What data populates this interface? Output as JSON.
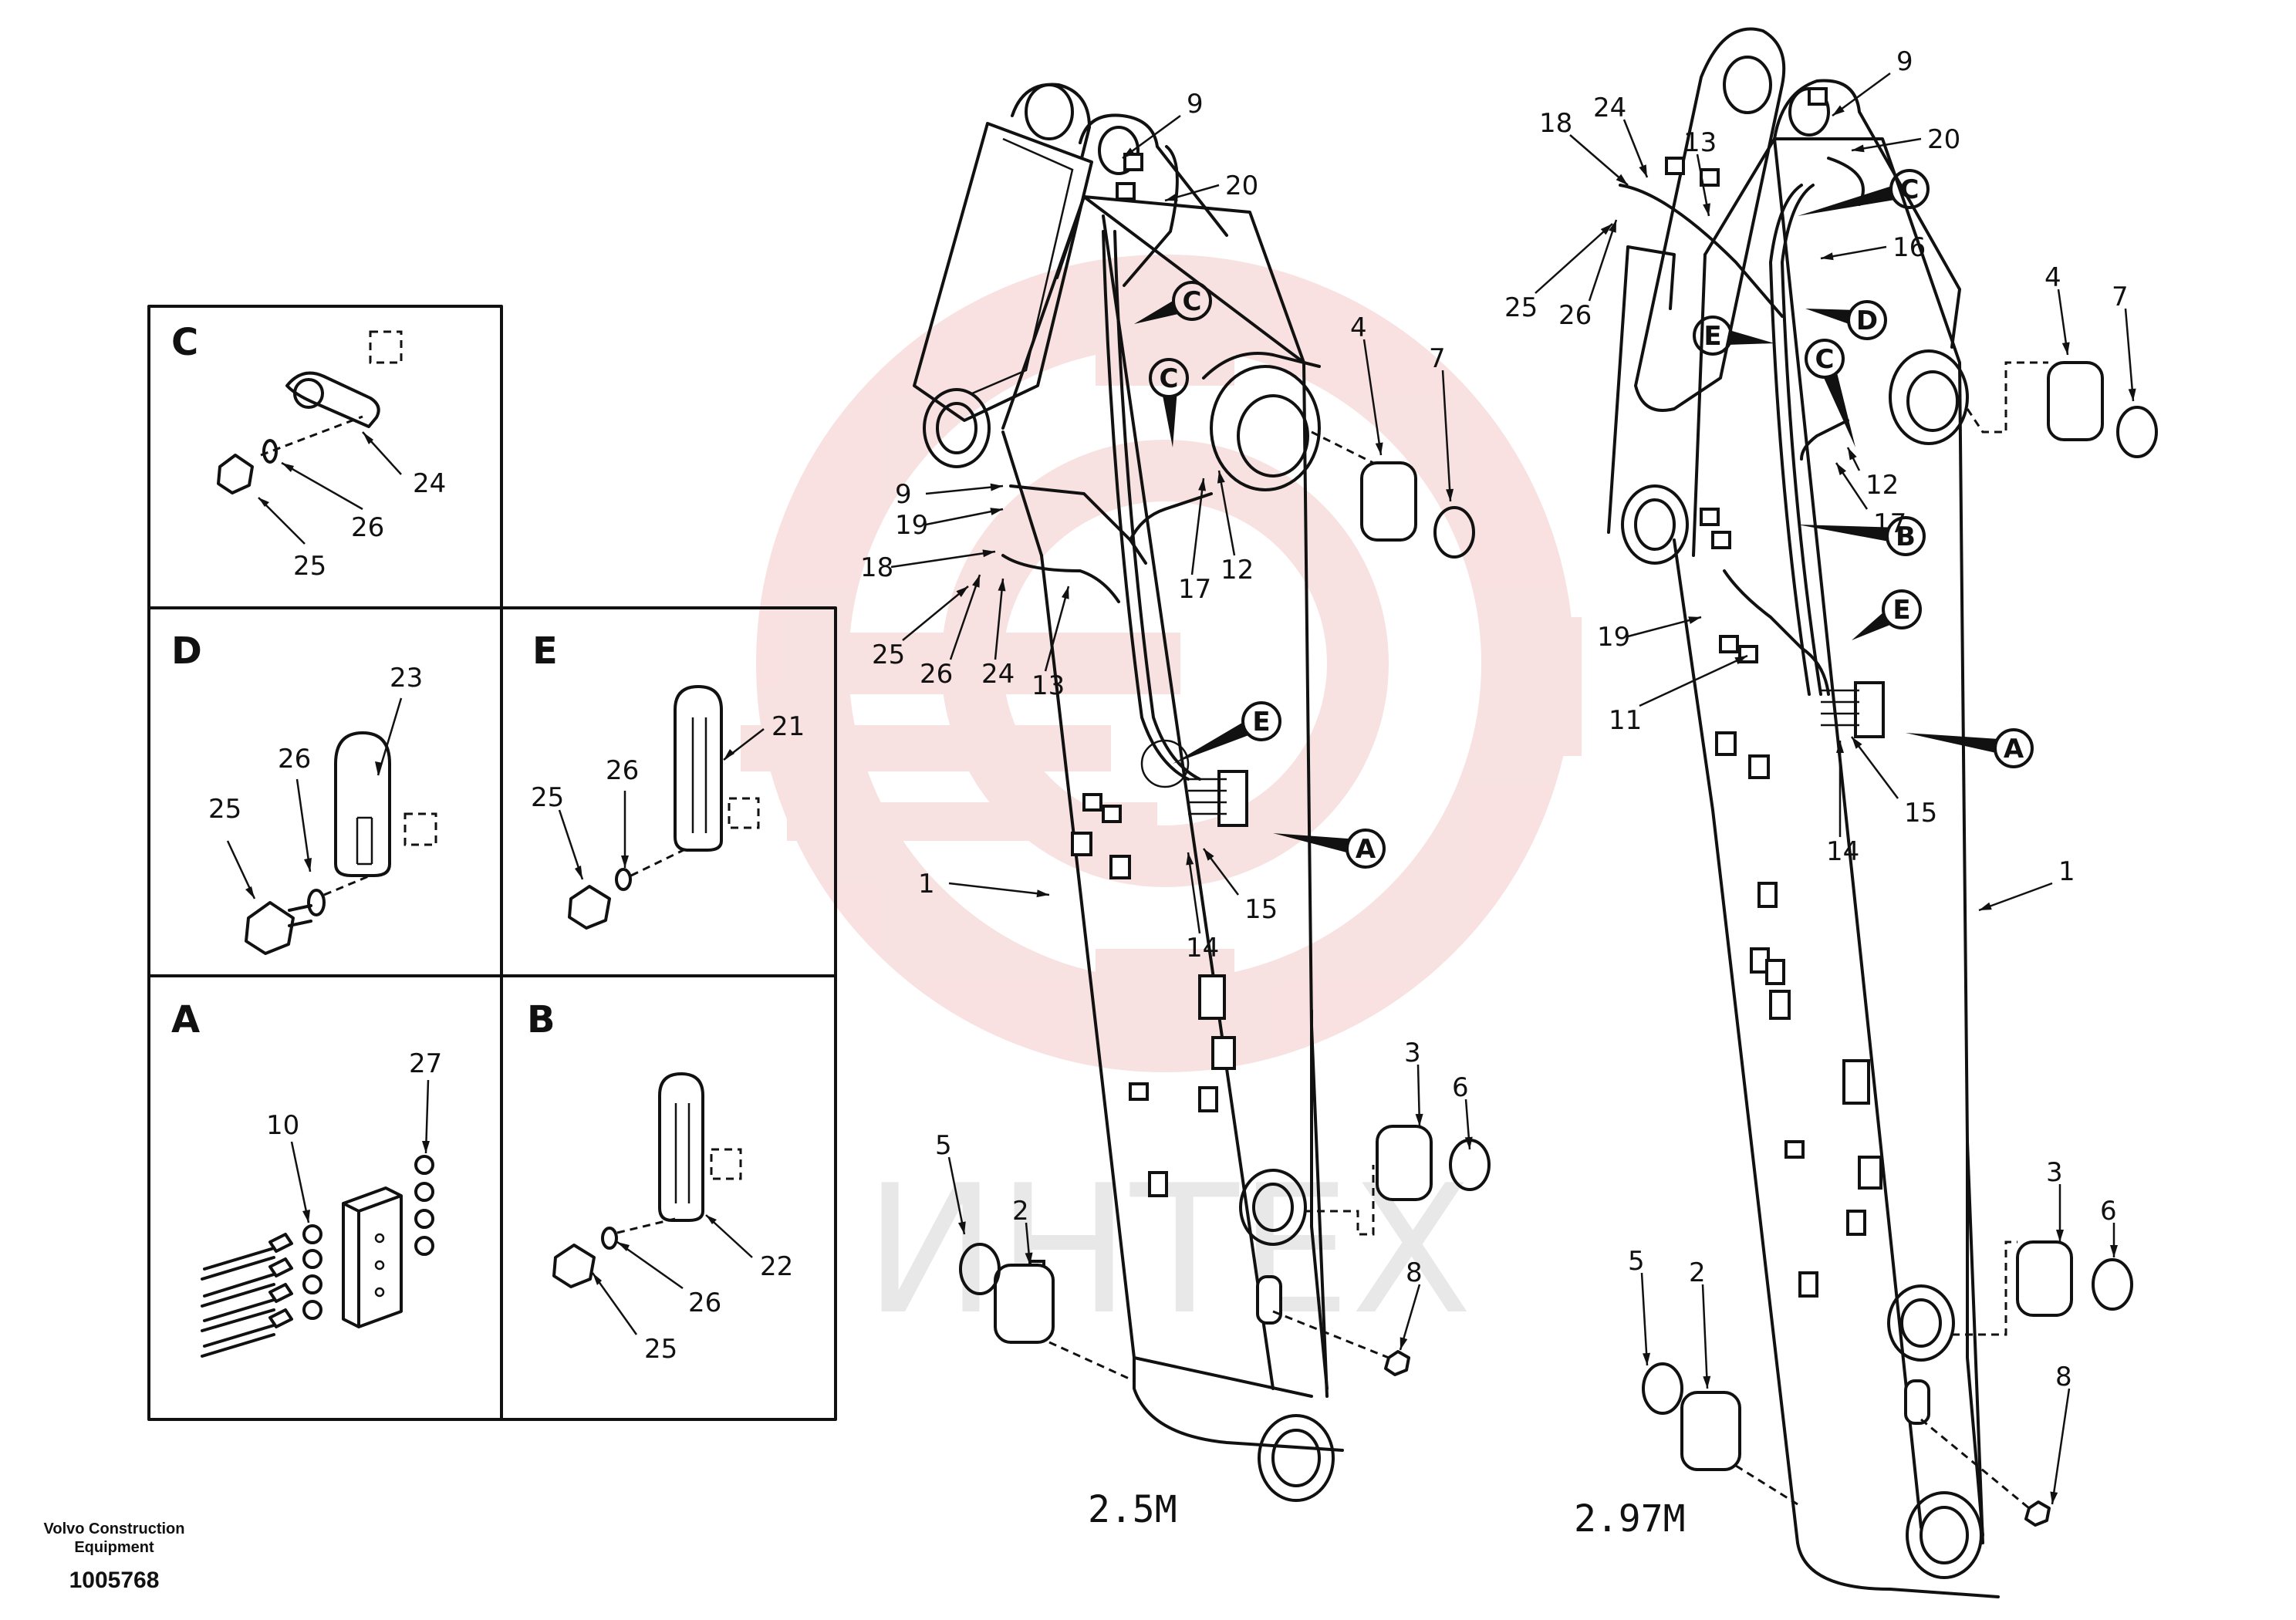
{
  "watermark": {
    "text": "ИНТЕХ",
    "color": "#e0353b"
  },
  "footer": {
    "brand_line1": "Volvo Construction",
    "brand_line2": "Equipment",
    "doc_number": "1005768"
  },
  "diagram": {
    "left_boom_label": "2.5M",
    "right_boom_label": "2.97M",
    "views": [
      {
        "letter": "C",
        "part_labels": [
          "24",
          "26",
          "25"
        ]
      },
      {
        "letter": "D",
        "part_labels": [
          "23",
          "26",
          "25"
        ]
      },
      {
        "letter": "E",
        "part_labels": [
          "21",
          "26",
          "25"
        ]
      },
      {
        "letter": "A",
        "part_labels": [
          "27",
          "10"
        ]
      },
      {
        "letter": "B",
        "part_labels": [
          "22",
          "26",
          "25"
        ]
      }
    ],
    "left_boom_callouts": [
      "9",
      "20",
      "C",
      "C",
      "4",
      "7",
      "9",
      "19",
      "18",
      "25",
      "26",
      "24",
      "13",
      "17",
      "12",
      "E",
      "A",
      "1",
      "15",
      "14",
      "5",
      "2",
      "3",
      "6",
      "8"
    ],
    "right_boom_callouts": [
      "9",
      "18",
      "24",
      "13",
      "20",
      "C",
      "16",
      "25",
      "26",
      "D",
      "E",
      "4",
      "7",
      "C",
      "12",
      "17",
      "B",
      "E",
      "19",
      "11",
      "A",
      "15",
      "14",
      "1",
      "5",
      "2",
      "3",
      "6",
      "8"
    ]
  }
}
